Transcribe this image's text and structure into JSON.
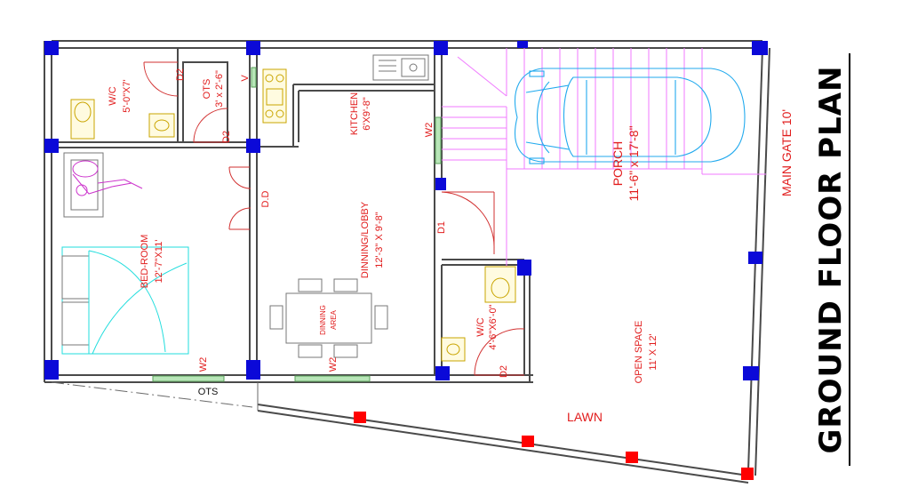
{
  "title": "GROUND FLOOR PLAN",
  "rooms": {
    "wc_top": {
      "name": "W/C",
      "size": "5'-0\"X7'"
    },
    "ots_shaft": {
      "name": "OTS",
      "size": "3' x 2'-6\""
    },
    "kitchen": {
      "name": "KITCHEN",
      "size": "6'X9'-8\""
    },
    "bedroom": {
      "name": "BED-ROOM",
      "size": "12'-7\"X11'"
    },
    "dining_lobby": {
      "name": "DINNING/LOBBY",
      "size": "12'-3\" X 9'-8\""
    },
    "dining_area": {
      "line1": "DINNING",
      "line2": "AREA"
    },
    "porch": {
      "name": "PORCH",
      "size": "11'-6\" x 17'-8\""
    },
    "wc_bottom": {
      "name": "W/C",
      "size": "4'-6\"X6'-0\""
    },
    "open_space": {
      "name": "OPEN SPACE",
      "size": "11' X 12'"
    }
  },
  "labels": {
    "d2_a": "D2",
    "d2_b": "D2",
    "d2_c": "D2",
    "v": "V",
    "dd": "D.D",
    "w2_kitchen": "W2",
    "w2_bed": "W2",
    "w2_dining": "W2",
    "d1": "D1",
    "ots_bottom": "OTS",
    "main_gate": "MAIN GATE 10'",
    "lawn": "LAWN"
  }
}
